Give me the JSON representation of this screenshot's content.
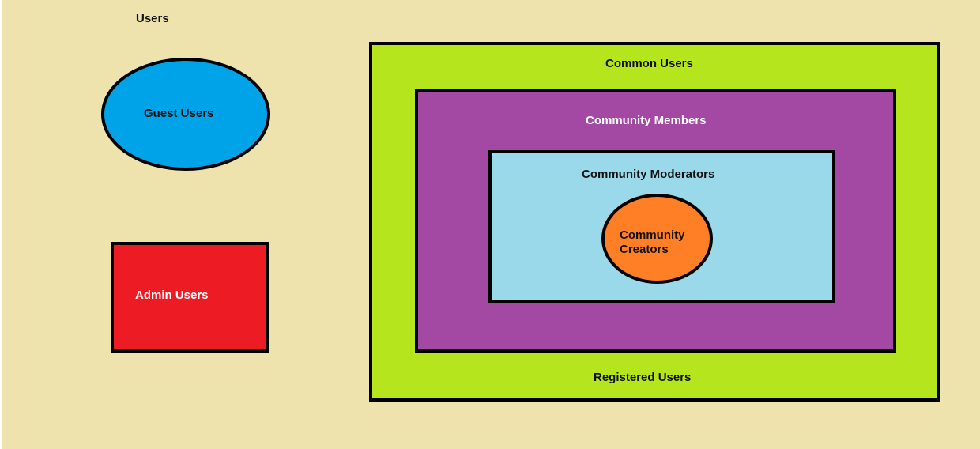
{
  "diagram": {
    "title": "Users",
    "nodes": {
      "guest": {
        "label": "Guest Users",
        "shape": "ellipse",
        "color": "#00a2e8"
      },
      "admin": {
        "label": "Admin Users",
        "shape": "rectangle",
        "color": "#ed1c24"
      },
      "registered": {
        "top_label": "Common Users",
        "bottom_label": "Registered Users",
        "shape": "rectangle",
        "color": "#b5e61d"
      },
      "members": {
        "label": "Community Members",
        "shape": "rectangle",
        "color": "#a349a4"
      },
      "moderators": {
        "label": "Community Moderators",
        "shape": "rectangle",
        "color": "#99d9ea"
      },
      "creators": {
        "label_line1": "Community",
        "label_line2": "Creators",
        "shape": "ellipse",
        "color": "#ff7f27"
      }
    },
    "nesting": [
      "registered",
      "members",
      "moderators",
      "creators"
    ],
    "background_color": "#efe3ad"
  }
}
